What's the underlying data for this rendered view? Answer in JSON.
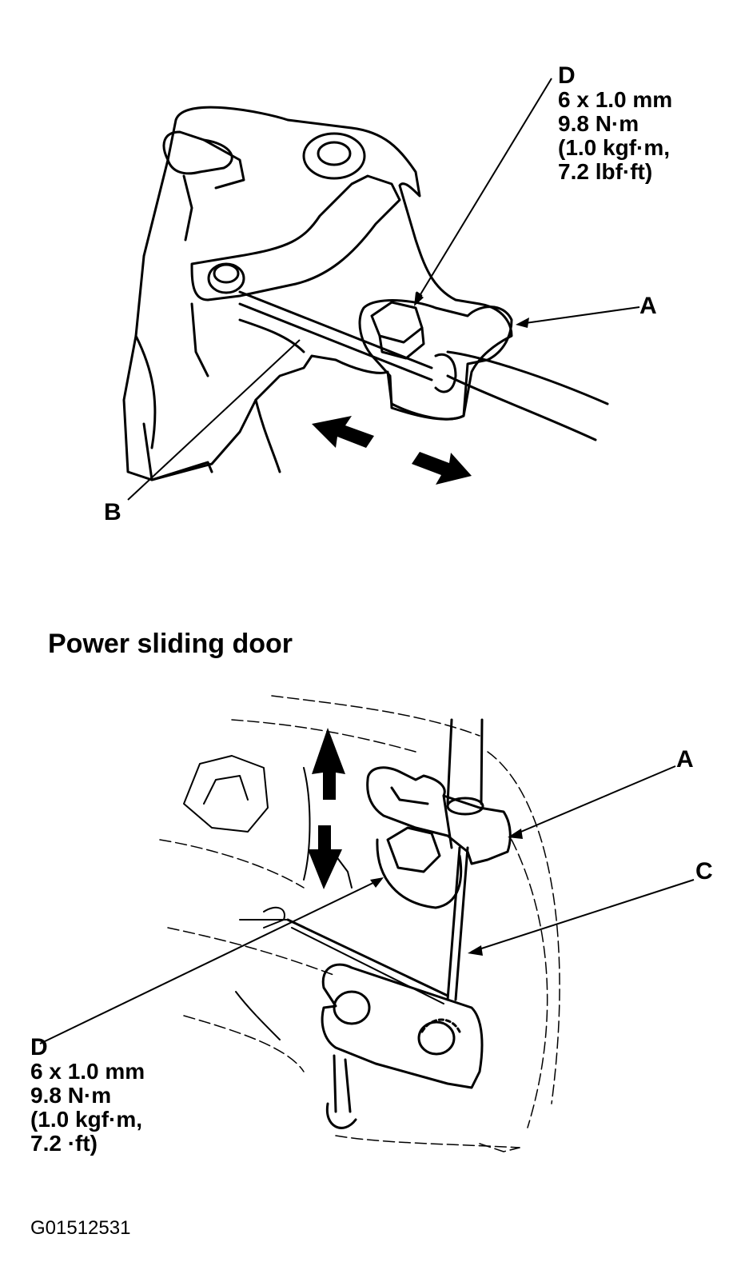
{
  "top_diagram": {
    "callout_d": {
      "letter": "D",
      "size": "6 x 1.0 mm",
      "torque_nm": "9.8 N·m",
      "torque_kgf": "(1.0 kgf·m,",
      "torque_lbf": "7.2 lbf·ft)"
    },
    "label_a": "A",
    "label_b": "B"
  },
  "section_heading": "Power sliding door",
  "bottom_diagram": {
    "label_a": "A",
    "label_c": "C",
    "callout_d": {
      "letter": "D",
      "size": "6 x 1.0 mm",
      "torque_nm": "9.8 N·m",
      "torque_kgf": "(1.0 kgf·m,",
      "torque_lbf": "7.2 ·ft)"
    }
  },
  "figure_id": "G01512531"
}
